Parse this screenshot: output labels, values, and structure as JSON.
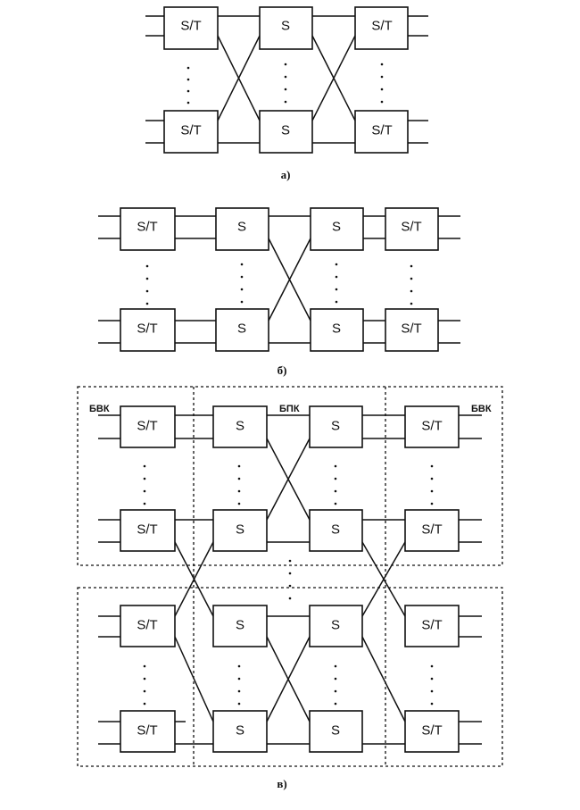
{
  "diagrams": {
    "a": {
      "caption": "а)",
      "top_row": [
        "S/T",
        "S",
        "S/T"
      ],
      "bottom_row": [
        "S/T",
        "S",
        "S/T"
      ]
    },
    "b": {
      "caption": "б)",
      "top_row": [
        "S/T",
        "S",
        "S",
        "S/T"
      ],
      "bottom_row": [
        "S/T",
        "S",
        "S",
        "S/T"
      ]
    },
    "c": {
      "caption": "в)",
      "block_labels": {
        "left": "БВК",
        "middle": "БПК",
        "right": "БВК"
      },
      "row1": [
        "S/T",
        "S",
        "S",
        "S/T"
      ],
      "row2": [
        "S/T",
        "S",
        "S",
        "S/T"
      ],
      "row3": [
        "S/T",
        "S",
        "S",
        "S/T"
      ],
      "row4": [
        "S/T",
        "S",
        "S",
        "S/T"
      ]
    }
  }
}
